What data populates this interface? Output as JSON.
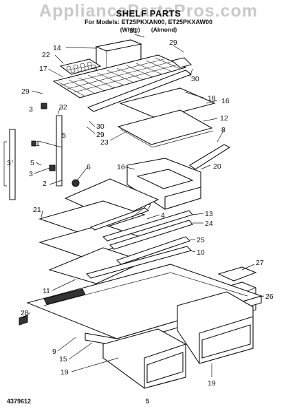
{
  "watermark": "AppliancePartsPros.com",
  "header": {
    "title": "SHELF PARTS",
    "for_line": "For Models: ET25PKXAN00, ET25PKXAW00",
    "variants": "(White) (Almond)"
  },
  "footer": {
    "doc_number": "4379612",
    "page_number": "5"
  },
  "callouts": [
    "31",
    "14",
    "29",
    "22",
    "17",
    "30",
    "29",
    "3",
    "32",
    "18",
    "16",
    "30",
    "29",
    "12",
    "23",
    "8",
    "5",
    "1",
    "3",
    "5",
    "6",
    "16",
    "20",
    "3",
    "2",
    "7",
    "21",
    "4",
    "13",
    "24",
    "25",
    "10",
    "11",
    "27",
    "26",
    "28",
    "9",
    "15",
    "19",
    "19"
  ]
}
